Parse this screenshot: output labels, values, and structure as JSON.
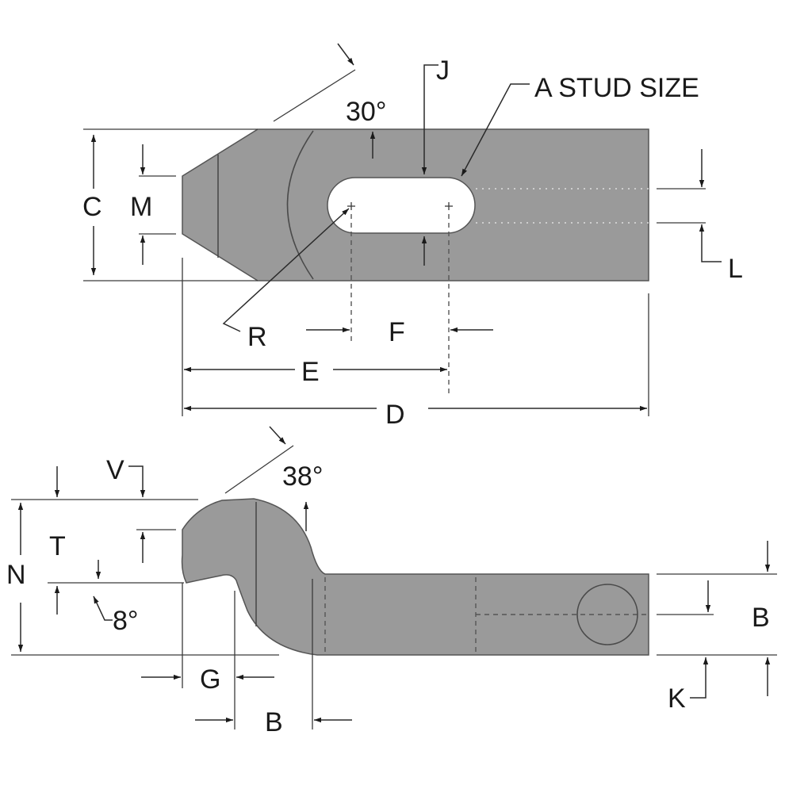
{
  "labels": {
    "j": "J",
    "stud": "A STUD SIZE",
    "angle_top": "30°",
    "c": "C",
    "m": "M",
    "l": "L",
    "r": "R",
    "f": "F",
    "e": "E",
    "d": "D",
    "v": "V",
    "angle_side": "38°",
    "t": "T",
    "n": "N",
    "angle_small": "8°",
    "b_right": "B",
    "k": "K",
    "g": "G",
    "b_bottom": "B"
  },
  "colors": {
    "part_fill": "#9a9a9a",
    "line": "#1a1a1a"
  }
}
